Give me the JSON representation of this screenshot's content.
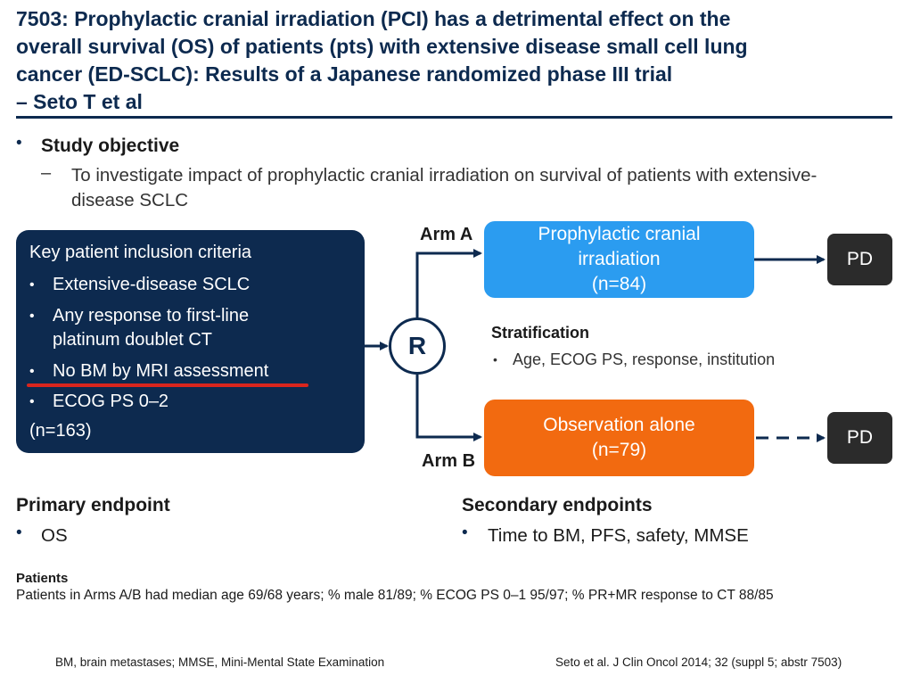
{
  "title": {
    "line1": "7503: Prophylactic cranial irradiation (PCI) has a detrimental effect on the",
    "line2": "overall survival (OS) of patients (pts) with extensive disease small cell lung",
    "line3": "cancer (ED-SCLC): Results of a Japanese randomized phase III trial",
    "line4": "– Seto T et al"
  },
  "objective": {
    "heading": "Study objective",
    "dash": "–",
    "text": "To investigate impact of prophylactic cranial irradiation on survival of patients with extensive-disease SCLC"
  },
  "inclusion": {
    "title": "Key patient inclusion criteria",
    "items": [
      {
        "line1": "Extensive-disease SCLC",
        "line2": ""
      },
      {
        "line1": "Any response to first-line",
        "line2": "platinum doublet CT"
      },
      {
        "line1": "No BM by MRI assessment",
        "line2": ""
      },
      {
        "line1": "ECOG PS 0–2",
        "line2": ""
      }
    ],
    "n": "(n=163)"
  },
  "randomization": {
    "label": "R"
  },
  "arm_a": {
    "label": "Arm A",
    "line1": "Prophylactic cranial",
    "line2": "irradiation",
    "n": "(n=84)"
  },
  "arm_b": {
    "label": "Arm B",
    "line1": "Observation alone",
    "n": "(n=79)"
  },
  "outcome": {
    "a": "PD",
    "b": "PD"
  },
  "stratification": {
    "heading": "Stratification",
    "item": "Age, ECOG PS, response, institution"
  },
  "primary": {
    "heading": "Primary endpoint",
    "item": "OS"
  },
  "secondary": {
    "heading": "Secondary endpoints",
    "item": "Time to BM, PFS, safety, MMSE"
  },
  "patients": {
    "heading": "Patients",
    "text": "Patients in Arms A/B had median age 69/68 years; % male 81/89; % ECOG PS 0–1 95/97; % PR+MR response to CT 88/85"
  },
  "footnote": "BM, brain metastases; MMSE, Mini-Mental State Examination",
  "reference": "Seto et al. J Clin Oncol 2014; 32 (suppl 5; abstr 7503)",
  "colors": {
    "navy": "#0d2a4f",
    "arm_a_blue": "#2b9cf0",
    "arm_b_orange": "#f26a10",
    "pd_dark": "#2b2b2b",
    "highlight_red": "#d9251d"
  }
}
